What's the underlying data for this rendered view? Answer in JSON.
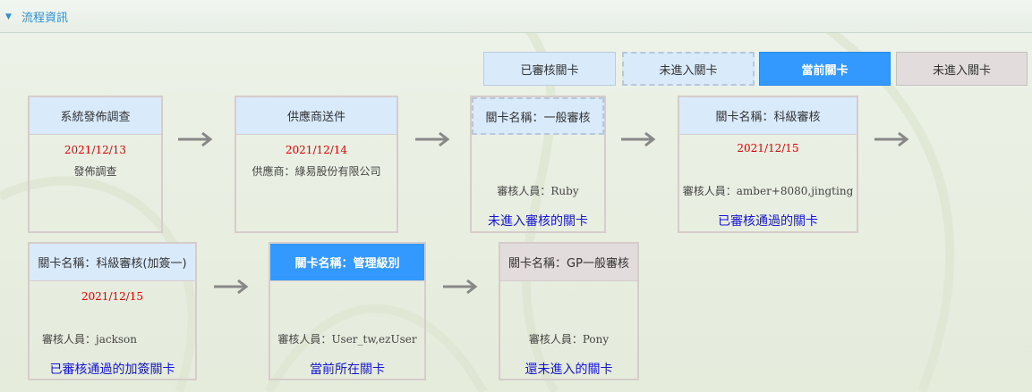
{
  "header": {
    "title": "流程資訊",
    "icon": "collapse-triangle-icon"
  },
  "legend": {
    "done": "已審核關卡",
    "not_entered": "未進入關卡",
    "current": "當前關卡",
    "pending": "未進入關卡"
  },
  "colors": {
    "current": "#3399ff",
    "done": "#d9eafb",
    "pending": "#e2dcdc",
    "date": "#e00000",
    "status": "#1515d6"
  },
  "row1": [
    {
      "title": "系統發佈調查",
      "date": "2021/12/13",
      "text": "發佈調查"
    },
    {
      "title": "供應商送件",
      "date": "2021/12/14",
      "text": "供應商：綠易股份有限公司"
    },
    {
      "title": "關卡名稱：一般審核",
      "reviewer_label": "審核人員：",
      "reviewer": "Ruby",
      "status": "未進入審核的關卡"
    },
    {
      "title": "關卡名稱：科級審核",
      "date": "2021/12/15",
      "reviewer_label": "審核人員：",
      "reviewer": "amber+8080,jingting",
      "status": "已審核通過的關卡"
    }
  ],
  "row2": [
    {
      "title": "關卡名稱：科級審核(加簽一)",
      "date": "2021/12/15",
      "reviewer_label": "審核人員：",
      "reviewer": "jackson",
      "status": "已審核通過的加簽關卡"
    },
    {
      "title": "關卡名稱：管理級別",
      "reviewer_label": "審核人員：",
      "reviewer": "User_tw,ezUser",
      "status": "當前所在關卡"
    },
    {
      "title": "關卡名稱：GP一般審核",
      "reviewer_label": "審核人員：",
      "reviewer": "Pony",
      "status": "還未進入的關卡"
    }
  ]
}
